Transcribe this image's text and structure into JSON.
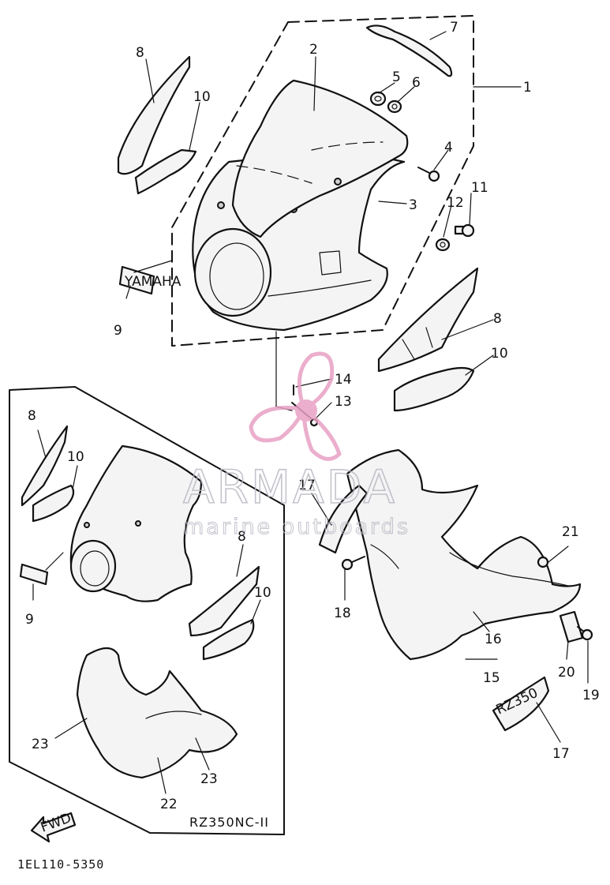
{
  "diagram": {
    "drawing_code": "1EL110-5350",
    "variant_label": "RZ350NC-II",
    "fwd_arrow_label": "FWD",
    "callouts": [
      {
        "id": "c1",
        "label": "1"
      },
      {
        "id": "c2",
        "label": "2"
      },
      {
        "id": "c3",
        "label": "3"
      },
      {
        "id": "c4",
        "label": "4"
      },
      {
        "id": "c5",
        "label": "5"
      },
      {
        "id": "c6",
        "label": "6"
      },
      {
        "id": "c7",
        "label": "7"
      },
      {
        "id": "c8a",
        "label": "8"
      },
      {
        "id": "c9a",
        "label": "9"
      },
      {
        "id": "c10a",
        "label": "10"
      },
      {
        "id": "c11",
        "label": "11"
      },
      {
        "id": "c12",
        "label": "12"
      },
      {
        "id": "c8b",
        "label": "8"
      },
      {
        "id": "c10b",
        "label": "10"
      },
      {
        "id": "c14",
        "label": "14"
      },
      {
        "id": "c13",
        "label": "13"
      },
      {
        "id": "c8c",
        "label": "8"
      },
      {
        "id": "c10c",
        "label": "10"
      },
      {
        "id": "c9b",
        "label": "9"
      },
      {
        "id": "c8d",
        "label": "8"
      },
      {
        "id": "c10d",
        "label": "10"
      },
      {
        "id": "c23a",
        "label": "23"
      },
      {
        "id": "c23b",
        "label": "23"
      },
      {
        "id": "c22",
        "label": "22"
      },
      {
        "id": "c17a",
        "label": "17"
      },
      {
        "id": "c18",
        "label": "18"
      },
      {
        "id": "c21",
        "label": "21"
      },
      {
        "id": "c16",
        "label": "16"
      },
      {
        "id": "c15",
        "label": "15"
      },
      {
        "id": "c20",
        "label": "20"
      },
      {
        "id": "c19",
        "label": "19"
      },
      {
        "id": "c17b",
        "label": "17"
      }
    ],
    "emblems": {
      "yamaha_badge": "YAMAHA",
      "rz_badge": "RZ350"
    }
  },
  "watermark": {
    "title": "ARMADA",
    "subtitle": "marine outboards",
    "logo_color": "#e8a0c4"
  }
}
